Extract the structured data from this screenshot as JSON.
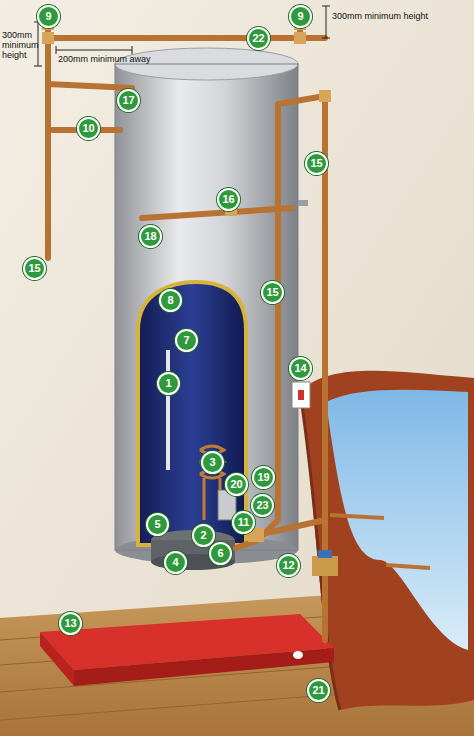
{
  "diagram": {
    "labels": [
      "9",
      "9",
      "300mm minimum height",
      "300mm minimum height",
      "200mm minimum away",
      "22",
      "17",
      "10",
      "15",
      "16",
      "15",
      "18",
      "15",
      "8",
      "7",
      "14",
      "1",
      "3",
      "20",
      "19",
      "5",
      "2",
      "4",
      "6",
      "11",
      "23",
      "12",
      "13",
      "21"
    ]
  }
}
